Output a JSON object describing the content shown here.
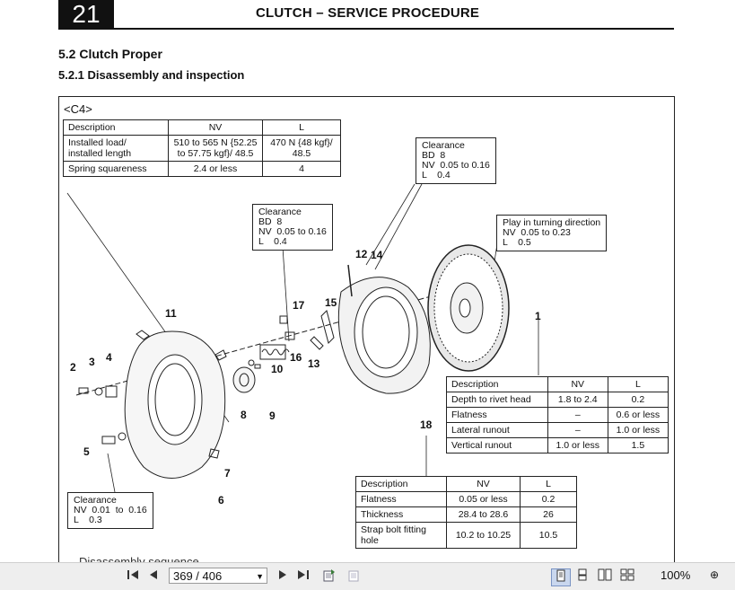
{
  "document": {
    "chapter_number": "21",
    "chapter_title": "CLUTCH – SERVICE PROCEDURE",
    "section_heading": "5.2 Clutch Proper",
    "subsection_heading": "5.2.1 Disassembly and inspection",
    "diagram_code": "<C4>",
    "trailing_text": "Disassembly sequence"
  },
  "spring_table": {
    "headers": [
      "Description",
      "NV",
      "L"
    ],
    "rows": [
      [
        "Installed load/ installed length",
        "510 to 565 N {52.25 to 57.75 kgf}/ 48.5",
        "470 N {48 kgf}/ 48.5"
      ],
      [
        "Spring squareness",
        "2.4 or less",
        "4"
      ]
    ]
  },
  "clearance_notes": {
    "a": [
      "Clearance",
      "BD  8",
      "NV  0.05 to 0.16",
      "L    0.4"
    ],
    "b": [
      "Clearance",
      "BD  8",
      "NV  0.05 to 0.16",
      "L    0.4"
    ],
    "c": [
      "Play in turning direction",
      "NV  0.05 to 0.23",
      "L    0.5"
    ],
    "d": [
      "Clearance",
      "NV  0.01  to  0.16",
      "L    0.3"
    ]
  },
  "disc_table": {
    "headers": [
      "Description",
      "NV",
      "L"
    ],
    "rows": [
      [
        "Depth to rivet head",
        "1.8 to 2.4",
        "0.2"
      ],
      [
        "Flatness",
        "–",
        "0.6 or less"
      ],
      [
        "Lateral runout",
        "–",
        "1.0 or less"
      ],
      [
        "Vertical runout",
        "1.0 or less",
        "1.5"
      ]
    ]
  },
  "plate_table": {
    "headers": [
      "Description",
      "NV",
      "L"
    ],
    "rows": [
      [
        "Flatness",
        "0.05 or less",
        "0.2"
      ],
      [
        "Thickness",
        "28.4 to 28.6",
        "26"
      ],
      [
        "Strap bolt fitting hole",
        "10.2 to 10.25",
        "10.5"
      ]
    ]
  },
  "callouts": [
    "1",
    "2",
    "3",
    "4",
    "5",
    "6",
    "7",
    "8",
    "9",
    "10",
    "11",
    "12",
    "13",
    "14",
    "15",
    "16",
    "17",
    "18"
  ],
  "toolbar": {
    "page_value": "369 / 406",
    "zoom": "100%"
  }
}
